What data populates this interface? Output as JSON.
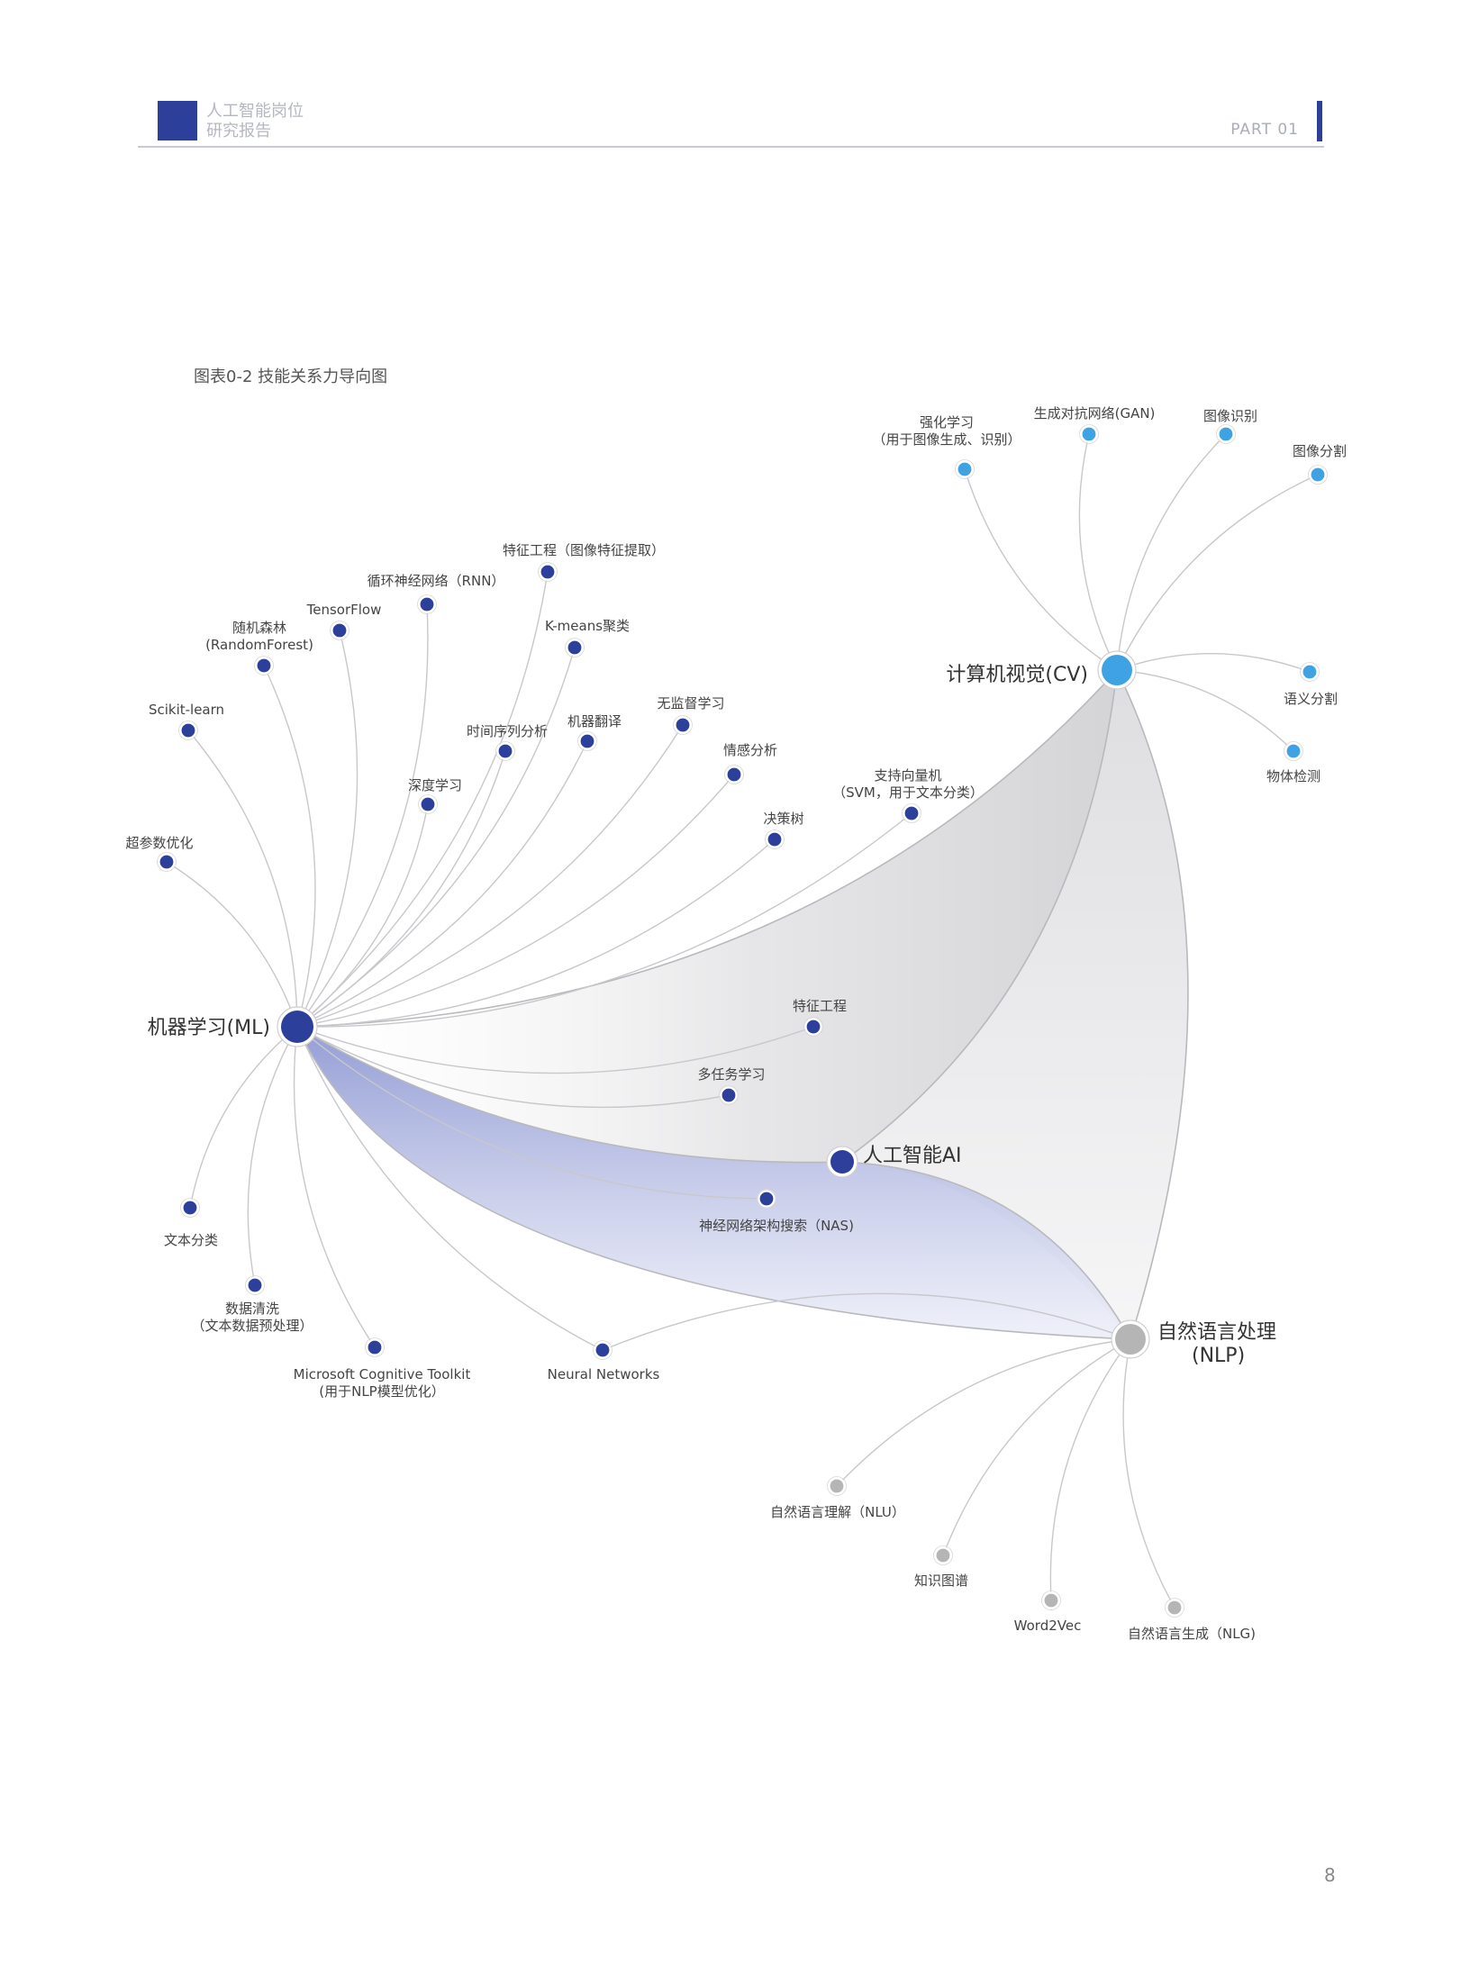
{
  "header": {
    "title_line1": "人工智能岗位",
    "title_line2": "研究报告",
    "part": "PART 01",
    "brand_color": "#2b3f9b"
  },
  "figure_title": "图表0-2 技能关系力导向图",
  "page_number": "8",
  "colors": {
    "ml": "#2b3f9b",
    "cv": "#3fa3e3",
    "nlp": "#b5b5b5",
    "edge": "#c8c8cc"
  },
  "hubs": [
    {
      "id": "ml",
      "label": "机器学习(ML)"
    },
    {
      "id": "cv",
      "label": "计算机视觉(CV)"
    },
    {
      "id": "ai",
      "label": "人工智能AI"
    },
    {
      "id": "nlp",
      "label": "自然语言处理\n(NLP)"
    }
  ],
  "nodes": [
    {
      "id": "ml-feature-eng-img",
      "group": "ml",
      "label": "特征工程（图像特征提取）"
    },
    {
      "id": "ml-rnn",
      "group": "ml",
      "label": "循环神经网络（RNN）"
    },
    {
      "id": "ml-tensorflow",
      "group": "ml",
      "label": "TensorFlow"
    },
    {
      "id": "ml-random-forest",
      "group": "ml",
      "label": "随机森林\n(RandomForest)"
    },
    {
      "id": "ml-kmeans",
      "group": "ml",
      "label": "K-means聚类"
    },
    {
      "id": "ml-scikit",
      "group": "ml",
      "label": "Scikit-learn"
    },
    {
      "id": "ml-unsupervised",
      "group": "ml",
      "label": "无监督学习"
    },
    {
      "id": "ml-mt",
      "group": "ml",
      "label": "机器翻译"
    },
    {
      "id": "ml-timeseries",
      "group": "ml",
      "label": "时间序列分析"
    },
    {
      "id": "ml-sentiment",
      "group": "ml",
      "label": "情感分析"
    },
    {
      "id": "ml-svm",
      "group": "ml",
      "label": "支持向量机\n（SVM，用于文本分类）"
    },
    {
      "id": "ml-deep",
      "group": "ml",
      "label": "深度学习"
    },
    {
      "id": "ml-dtree",
      "group": "ml",
      "label": "决策树"
    },
    {
      "id": "ml-hyper",
      "group": "ml",
      "label": "超参数优化"
    },
    {
      "id": "ml-feature-eng",
      "group": "ml",
      "label": "特征工程"
    },
    {
      "id": "ml-multitask",
      "group": "ml",
      "label": "多任务学习"
    },
    {
      "id": "ml-nas",
      "group": "ml",
      "label": "神经网络架构搜索（NAS)"
    },
    {
      "id": "ml-text-cls",
      "group": "ml",
      "label": "文本分类"
    },
    {
      "id": "ml-data-clean",
      "group": "ml",
      "label": "数据清洗\n（文本数据预处理）"
    },
    {
      "id": "ml-mct",
      "group": "ml",
      "label": "Microsoft Cognitive Toolkit\n(用于NLP模型优化）"
    },
    {
      "id": "ml-nn",
      "group": "ml",
      "label": "Neural Networks"
    },
    {
      "id": "cv-rl",
      "group": "cv",
      "label": "强化学习\n（用于图像生成、识别）"
    },
    {
      "id": "cv-gan",
      "group": "cv",
      "label": "生成对抗网络(GAN)"
    },
    {
      "id": "cv-img-rec",
      "group": "cv",
      "label": "图像识别"
    },
    {
      "id": "cv-img-seg",
      "group": "cv",
      "label": "图像分割"
    },
    {
      "id": "cv-sem-seg",
      "group": "cv",
      "label": "语义分割"
    },
    {
      "id": "cv-obj-det",
      "group": "cv",
      "label": "物体检测"
    },
    {
      "id": "nlp-nlu",
      "group": "nlp",
      "label": "自然语言理解（NLU）"
    },
    {
      "id": "nlp-kg",
      "group": "nlp",
      "label": "知识图谱"
    },
    {
      "id": "nlp-w2v",
      "group": "nlp",
      "label": "Word2Vec"
    },
    {
      "id": "nlp-nlg",
      "group": "nlp",
      "label": "自然语言生成（NLG)"
    }
  ]
}
